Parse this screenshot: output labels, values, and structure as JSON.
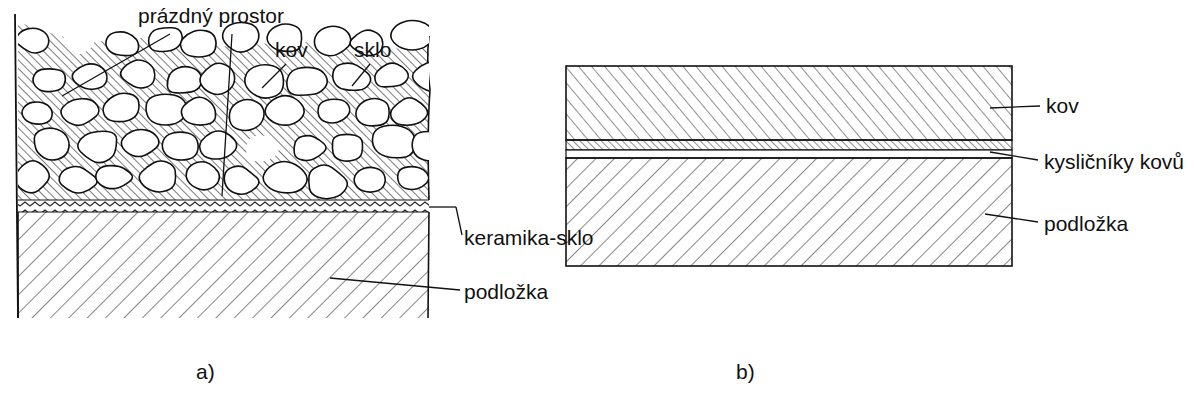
{
  "diagram": {
    "labels": [
      "prázdný prostor",
      "kov",
      "sklo",
      "keramika-sklo",
      "podložka",
      "a)",
      "kov",
      "kysličníky kovů",
      "podložka",
      "b)"
    ]
  }
}
